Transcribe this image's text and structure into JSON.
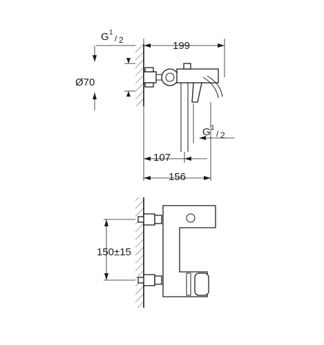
{
  "labels": {
    "inlet_thread": {
      "g": "G",
      "num": "1",
      "den": "2"
    },
    "width_199": "199",
    "diameter_70": "Ø70",
    "outlet_thread": {
      "g": "G",
      "num": "1",
      "den": "2"
    },
    "depth_107": "107",
    "depth_156": "156",
    "center_distance": "150±15"
  }
}
